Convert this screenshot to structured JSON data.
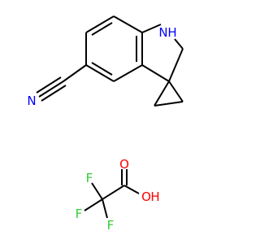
{
  "structure": {
    "atom_labels": {
      "nh_n": "N",
      "nh_h": "H",
      "nitrile_n": "N",
      "carbonyl_o": "O",
      "hydroxyl_o": "O",
      "hydroxyl_h": "H",
      "f_top": "F",
      "f_left": "F",
      "f_bottom": "F"
    },
    "colors": {
      "bond": "#000000",
      "nitrogen": "#0000ff",
      "oxygen": "#ff0000",
      "fluorine": "#33cc33"
    }
  }
}
